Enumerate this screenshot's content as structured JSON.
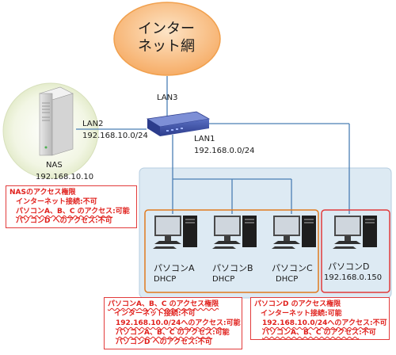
{
  "internet": {
    "line1": "インター",
    "line2": "ネット網"
  },
  "router_label": "LAN3",
  "lan2": {
    "name": "LAN2",
    "subnet": "192.168.10.0/24"
  },
  "lan1": {
    "name": "LAN1",
    "subnet": "192.168.0.0/24"
  },
  "nas": {
    "name": "NAS",
    "ip": "192.168.10.10"
  },
  "pcs": [
    {
      "name": "パソコンA",
      "sub": "DHCP"
    },
    {
      "name": "パソコンB",
      "sub": "DHCP"
    },
    {
      "name": "パソコンC",
      "sub": "DHCP"
    },
    {
      "name": "パソコンD",
      "sub": "192.168.0.150"
    }
  ],
  "notes": {
    "nas": {
      "title": "NASのアクセス権限",
      "lines": [
        {
          "label": "インターネット接続",
          "value": ":不可"
        },
        {
          "label": "パソコンA、B、C のアクセス",
          "value": ":可能"
        },
        {
          "label": "パソコンD へのアクセス",
          "value": ":不可"
        }
      ]
    },
    "abc": {
      "title": "パソコンA、B、C のアクセス権限",
      "lines": [
        {
          "label": "インターネット接続",
          "value": ":不可"
        },
        {
          "label": "192.168.10.0/24へのアクセス",
          "value": ":可能"
        },
        {
          "label": "パソコンA、B、C のアクセス",
          "value": ":可能"
        },
        {
          "label": "パソコンD へのアクセス",
          "value": ":不可"
        }
      ]
    },
    "d": {
      "title": "パソコンD のアクセス権限",
      "lines": [
        {
          "label": "インターネット接続",
          "value": ":可能"
        },
        {
          "label": "192.168.10.0/24へのアクセス",
          "value": ":不可"
        },
        {
          "label": "パソコンA、B、C のアクセス",
          "value": ":不可"
        }
      ]
    }
  },
  "colors": {
    "cloud_fill": "#fbc88f",
    "nas_circle": "#eef3dc",
    "lan_box_fill": "#ddeaf3",
    "abc_border": "#e07a1e",
    "d_border": "#e23b3b",
    "link": "#4a7fb5",
    "note_text": "#e0201c"
  }
}
